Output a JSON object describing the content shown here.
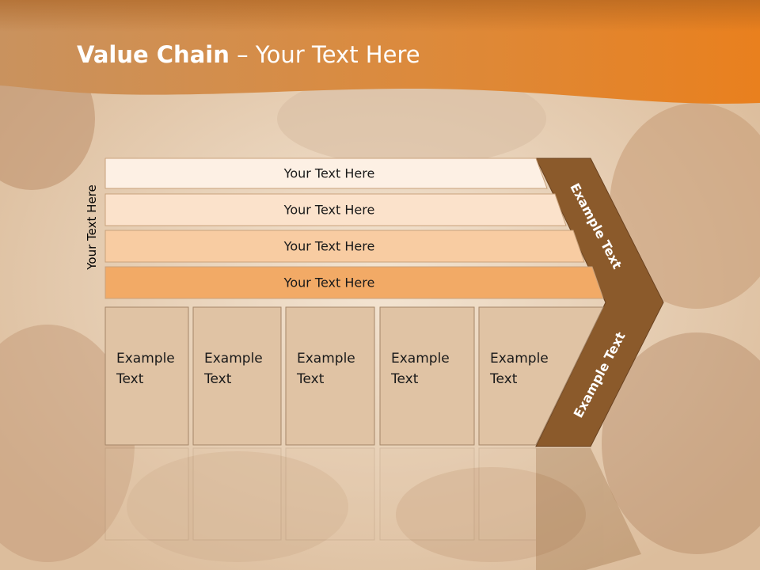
{
  "slide": {
    "title_bold": "Value Chain",
    "title_rest": " – Your Text Here",
    "side_label": "Your Text Here"
  },
  "support_rows": [
    {
      "label": "Your Text Here",
      "fill": "#fdf0e4"
    },
    {
      "label": "Your Text Here",
      "fill": "#fbe2cb"
    },
    {
      "label": "Your Text Here",
      "fill": "#f8cca2"
    },
    {
      "label": "Your Text Here",
      "fill": "#f2aa66"
    }
  ],
  "primary_activities": [
    {
      "line1": "Example",
      "line2": "Text"
    },
    {
      "line1": "Example",
      "line2": "Text"
    },
    {
      "line1": "Example",
      "line2": "Text"
    },
    {
      "line1": "Example",
      "line2": "Text"
    },
    {
      "line1": "Example",
      "line2": "Text"
    }
  ],
  "margin_arrow": {
    "top_label": "Example Text",
    "bottom_label": "Example Text"
  },
  "colors": {
    "header_orange": "#e27c1c",
    "arrow_brown": "#8b5a2b",
    "box_tan": "#e0c3a4",
    "box_border": "#a58668"
  }
}
